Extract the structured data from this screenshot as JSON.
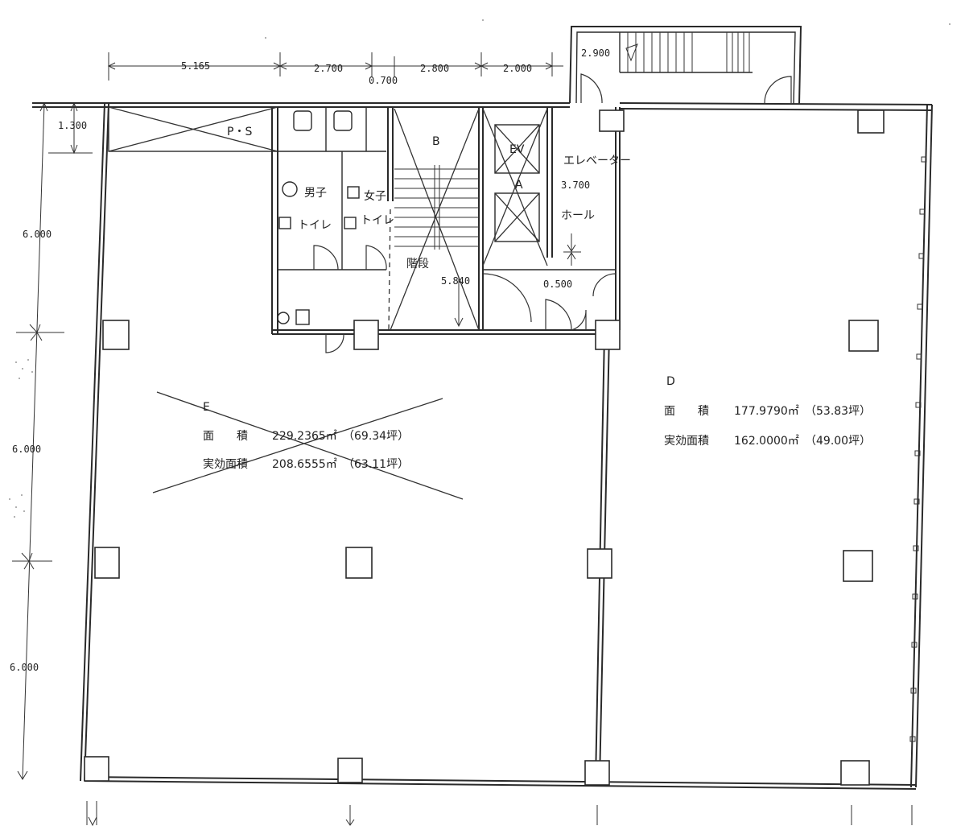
{
  "dimensions": {
    "top": [
      "5.165",
      "2.700",
      "0.700",
      "2.800",
      "2.000",
      "2.900"
    ],
    "left": [
      "1.300",
      "6.000",
      "6.000",
      "6.000"
    ],
    "inner": [
      "3.700",
      "5.840",
      "0.500"
    ]
  },
  "rooms": {
    "ps": "P・S",
    "stair_b": "B",
    "ev": "EV",
    "ev_a": "A",
    "elevator_hall_1": "エレベーター",
    "elevator_hall_2": "ホール",
    "mens_1": "男子",
    "mens_2": "トイレ",
    "womens_1": "女子",
    "womens_2": "トイレ",
    "stairs": "階段"
  },
  "unit_e": {
    "id": "E",
    "area_label": "面　　積",
    "area": "229.2365㎡",
    "area_tsubo": "（69.34坪）",
    "effective_label": "実効面積",
    "effective": "208.6555㎡",
    "effective_tsubo": "（63.11坪）"
  },
  "unit_d": {
    "id": "D",
    "area_label": "面　　積",
    "area": "177.9790㎡",
    "area_tsubo": "（53.83坪）",
    "effective_label": "実効面積",
    "effective": "162.0000㎡",
    "effective_tsubo": "（49.00坪）"
  }
}
